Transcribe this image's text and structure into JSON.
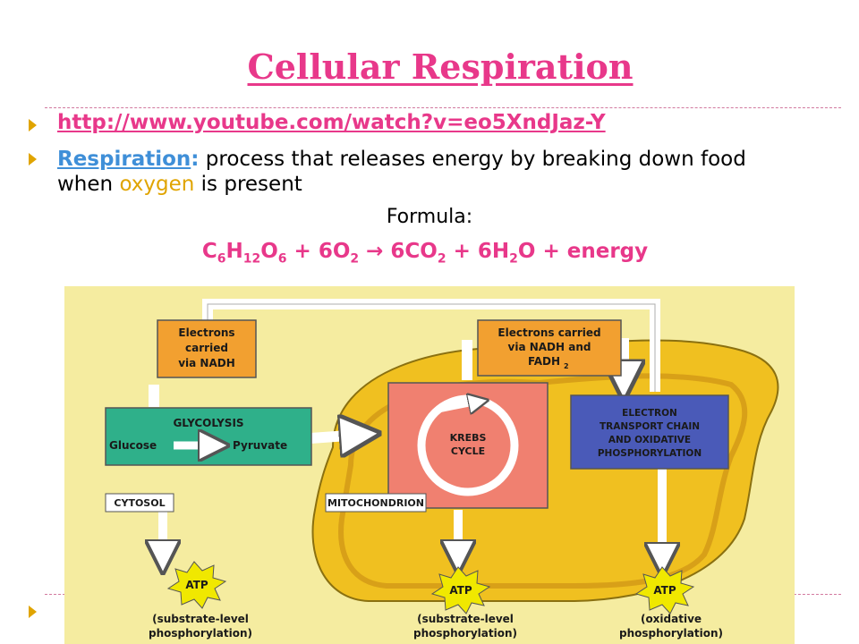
{
  "title": "Cellular Respiration",
  "link": "http://www.youtube.com/watch?v=eo5XndJaz-Y",
  "definition": {
    "term": "Respiration",
    "colon": ":",
    "text_before": " process that releases energy by breaking down food when ",
    "highlight": "oxygen",
    "text_after": " is present"
  },
  "formula_label": "Formula:",
  "formula": {
    "parts": [
      "C",
      "6",
      "H",
      "12",
      "O",
      "6",
      " + 6O",
      "2",
      " → 6CO",
      "2",
      " + 6H",
      "2",
      "O + energy"
    ]
  },
  "diagram": {
    "box_nadh": [
      "Electrons",
      "carried",
      "via NADH"
    ],
    "box_nadh_fadh": [
      "Electrons carried",
      "via NADH and",
      "FADH",
      "2"
    ],
    "glycolysis": "GLYCOLYSIS",
    "glucose": "Glucose",
    "pyruvate": "Pyruvate",
    "krebs": [
      "KREBS",
      "CYCLE"
    ],
    "etc": [
      "ELECTRON",
      "TRANSPORT CHAIN",
      "AND OXIDATIVE",
      "PHOSPHORYLATION"
    ],
    "cytosol": "CYTOSOL",
    "mitochondrion": "MITOCHONDRION",
    "atp": "ATP",
    "atp_notes": [
      [
        "(substrate-level",
        "phosphorylation)"
      ],
      [
        "(substrate-level",
        "phosphorylation)"
      ],
      [
        "(oxidative",
        "phosphorylation)"
      ]
    ]
  },
  "colors": {
    "title": "#e8388a",
    "term": "#3f8fd8",
    "highlight": "#e0a400",
    "diagram_bg": "#f5eca0",
    "mitochondrion": "#f0c020",
    "orange_box": "#f2a030",
    "glycolysis_box": "#2fb08a",
    "krebs_box": "#f08070",
    "etc_box": "#4a5ab8",
    "atp_star": "#f0e800"
  }
}
